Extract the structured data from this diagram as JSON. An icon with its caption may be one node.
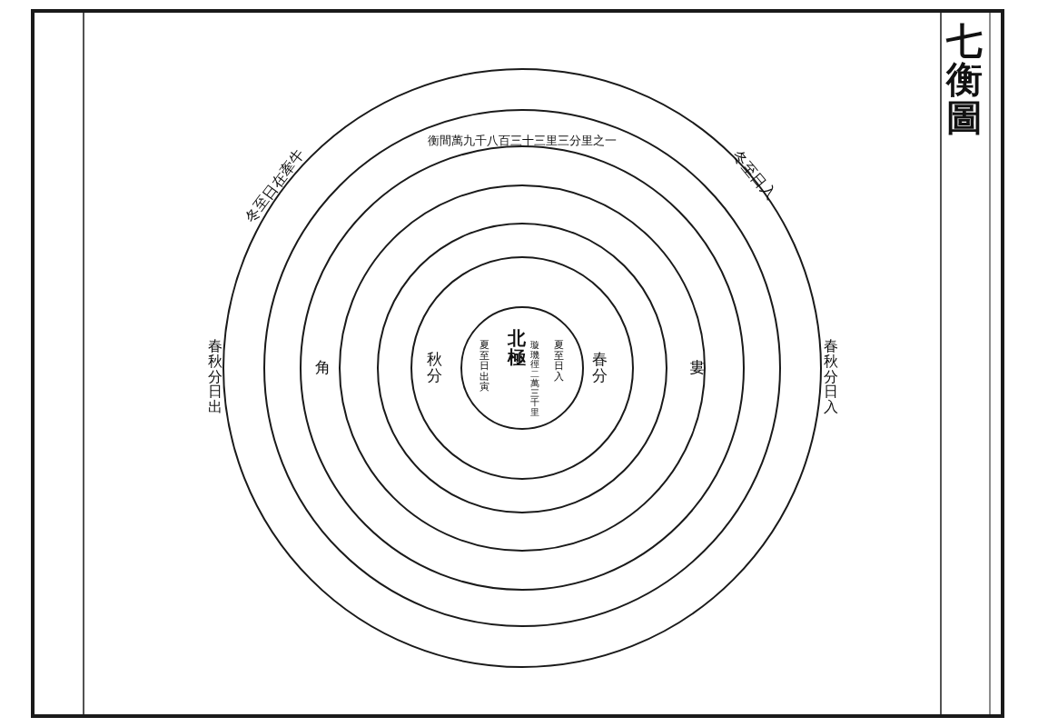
{
  "diagram": {
    "title": "七衡圖",
    "nodes": [
      {
        "text": [],
        "shape": "circle"
      },
      {
        "text": [
          "衡間萬九千八百三十三里三分里之一"
        ],
        "in": 0
      },
      {
        "text": [
          "角"
        ],
        "in": 1
      },
      {
        "text": [
          "婁"
        ],
        "in": 2
      },
      {
        "text": [],
        "shape": "circle",
        "in": 3
      },
      {
        "text": [
          "秋分",
          "春分"
        ],
        "in": 4
      },
      {
        "text": [
          "北極",
          "璇璣徑二萬三千里",
          "夏至日出寅",
          "夏至日入"
        ],
        "in": 5
      }
    ],
    "labels": [
      "冬至日在牽牛",
      "冬至日入",
      "春秋分日出",
      "春秋分日入"
    ]
  }
}
